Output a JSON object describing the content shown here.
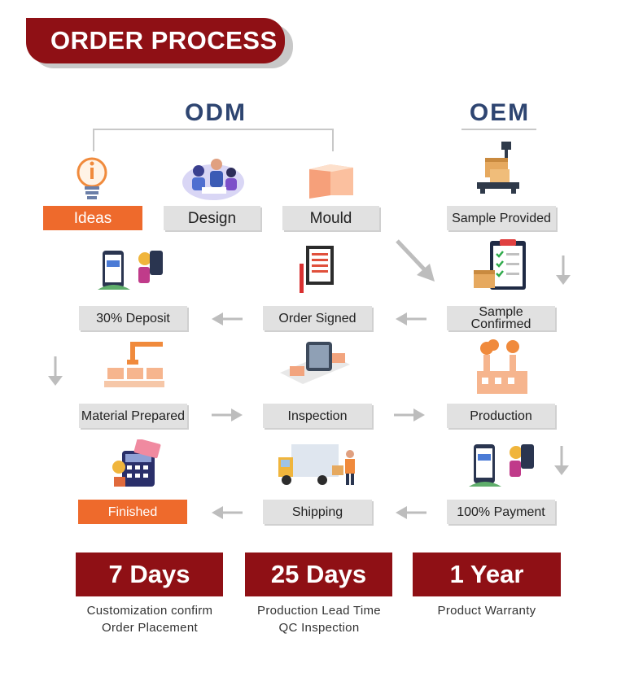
{
  "header": {
    "title": "ORDER PROCESS"
  },
  "sections": {
    "odm": "ODM",
    "oem": "OEM"
  },
  "steps": {
    "ideas": "Ideas",
    "design": "Design",
    "mould": "Mould",
    "sample_provided": "Sample Provided",
    "deposit": "30% Deposit",
    "order_signed": "Order Signed",
    "sample_confirmed_1": "Sample",
    "sample_confirmed_2": "Confirmed",
    "material_prepared": "Material Prepared",
    "inspection": "Inspection",
    "production": "Production",
    "finished": "Finished",
    "shipping": "Shipping",
    "payment": "100% Payment"
  },
  "stats": [
    {
      "value": "7 Days",
      "caption_1": "Customization confirm",
      "caption_2": "Order Placement"
    },
    {
      "value": "25 Days",
      "caption_1": "Production Lead Time",
      "caption_2": "QC Inspection"
    },
    {
      "value": "1 Year",
      "caption_1": "Product Warranty",
      "caption_2": ""
    }
  ],
  "colors": {
    "brand_red": "#8f1015",
    "accent_orange": "#ee6a2c",
    "heading_blue": "#2e4571",
    "label_gray": "#e1e1e1",
    "arrow_gray": "#bdbdbd"
  },
  "icons": [
    "lightbulb-icon",
    "team-meeting-icon",
    "mould-box-icon",
    "scale-boxes-icon",
    "phone-payment-icon",
    "signed-document-icon",
    "clipboard-checklist-icon",
    "robot-arm-icon",
    "conveyor-inspection-icon",
    "factory-icon",
    "calculator-cards-icon",
    "delivery-truck-icon"
  ]
}
